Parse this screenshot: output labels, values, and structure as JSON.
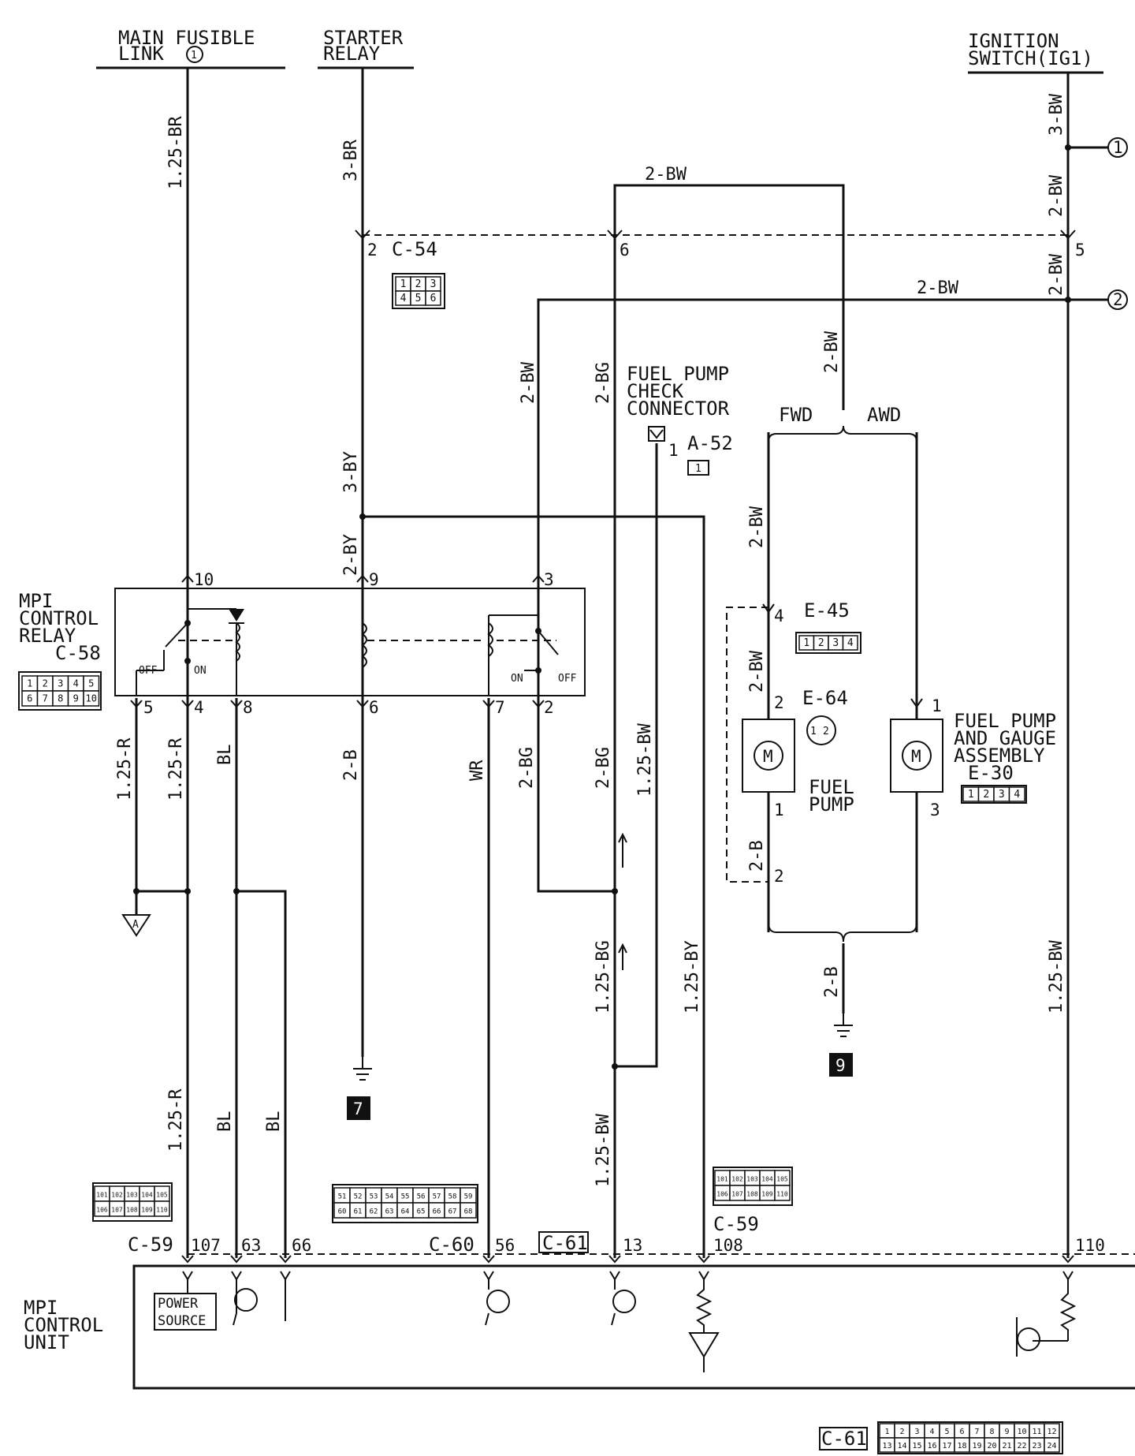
{
  "title": "",
  "sources": {
    "main_fusible_link": [
      "MAIN FUSIBLE",
      "LINK"
    ],
    "starter_relay": [
      "STARTER",
      "RELAY"
    ],
    "ignition_switch": [
      "IGNITION",
      "SWITCH(IG1)"
    ]
  },
  "wire_labels": {
    "w1": "1.25-BR",
    "w2": "3-BR",
    "w3": "3-BW",
    "w4": "2-BW",
    "w5": "2-BW",
    "w6": "2-BW",
    "w7": "2-BW",
    "w8": "2-BW",
    "w9": "2-BG",
    "w10": "3-BY",
    "w11": "2-BY",
    "w12": "2-BW",
    "w13": "2-BW",
    "w14": "1.25-R",
    "w15": "1.25-R",
    "w16": "BL",
    "w17": "2-B",
    "w18": "WR",
    "w19": "2-BG",
    "w20": "2-BG",
    "w21": "1.25-BW",
    "w22": "2-BW",
    "w23": "2-B",
    "w24": "1.25-BG",
    "w25": "1.25-BY",
    "w26": "1.25-BW",
    "w27": "1.25-R",
    "w28": "BL",
    "w29": "BL",
    "w30": "1.25-BW",
    "w31": "2-B"
  },
  "connectors": {
    "c54": "C-54",
    "c54_pins": [
      "1",
      "2",
      "3",
      "4",
      "5",
      "6"
    ],
    "c58": "C-58",
    "c58_pins": [
      "1",
      "2",
      "3",
      "4",
      "5",
      "6",
      "7",
      "8",
      "9",
      "10"
    ],
    "a52": "A-52",
    "a52_pins": [
      "1"
    ],
    "e45": "E-45",
    "e45_pins": [
      "1",
      "2",
      "3",
      "4"
    ],
    "e64": "E-64",
    "e64_pins": [
      "1",
      "2"
    ],
    "e30": "E-30",
    "e30_pins": [
      "1",
      "2",
      "3",
      "4"
    ],
    "c59_left": "C-59",
    "c59_right": "C-59",
    "c59_pins": [
      "101",
      "102",
      "103",
      "104",
      "105",
      "106",
      "107",
      "108",
      "109",
      "110"
    ],
    "c60": "C-60",
    "c60_pins": [
      "51",
      "52",
      "53",
      "54",
      "55",
      "56",
      "57",
      "58",
      "59",
      "60",
      "61",
      "62",
      "63",
      "64",
      "65",
      "66",
      "67",
      "68"
    ],
    "c61": "C-61",
    "c61_bottom": "C-61",
    "c61_pins": [
      "1",
      "2",
      "3",
      "4",
      "5",
      "6",
      "7",
      "8",
      "9",
      "10",
      "11",
      "12",
      "13",
      "14",
      "15",
      "16",
      "17",
      "18",
      "19",
      "20",
      "21",
      "22",
      "23",
      "24"
    ]
  },
  "terminals": {
    "t_main_10": "10",
    "t_c54_2": "2",
    "t_c54_6": "6",
    "t_c54_5": "5",
    "t_relay_9": "9",
    "t_relay_3": "3",
    "t_relay_5": "5",
    "t_relay_4": "4",
    "t_relay_8": "8",
    "t_relay_6": "6",
    "t_relay_7": "7",
    "t_relay_2": "2",
    "t_a52_1": "1",
    "t_fp_4": "4",
    "t_fp_2": "2",
    "t_fp_1": "1",
    "t_fp_2b": "2",
    "t_asm_1": "1",
    "t_asm_3": "3",
    "t_ecu_107": "107",
    "t_ecu_63": "63",
    "t_ecu_66": "66",
    "t_ecu_56": "56",
    "t_ecu_13": "13",
    "t_ecu_108": "108",
    "t_ecu_110": "110"
  },
  "components": {
    "mpi_relay": [
      "MPI",
      "CONTROL",
      "RELAY"
    ],
    "mpi_unit": [
      "MPI",
      "CONTROL",
      "UNIT"
    ],
    "fuel_pump_check": [
      "FUEL PUMP",
      "CHECK",
      "CONNECTOR"
    ],
    "fuel_pump": [
      "FUEL",
      "PUMP"
    ],
    "fuel_pump_gauge": [
      "FUEL PUMP",
      "AND GAUGE",
      "ASSEMBLY"
    ],
    "power_source": [
      "POWER",
      "SOURCE"
    ],
    "fwd": "FWD",
    "awd": "AWD",
    "off_left": "OFF",
    "on_left": "ON",
    "on_right": "ON",
    "off_right": "OFF",
    "motor_symbol": "M"
  },
  "markers": {
    "circle1": "1",
    "circle2": "2",
    "ground_a": "A",
    "ground_7": "7",
    "ground_9": "9"
  }
}
